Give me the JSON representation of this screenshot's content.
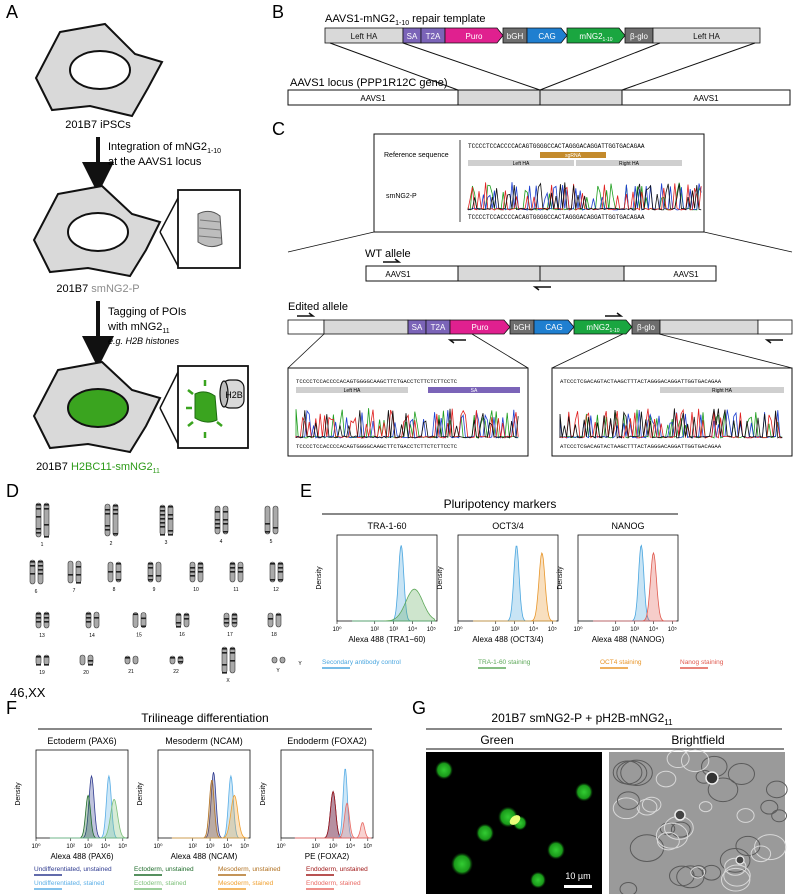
{
  "panels": {
    "A": "A",
    "B": "B",
    "C": "C",
    "D": "D",
    "E": "E",
    "F": "F",
    "G": "G"
  },
  "panel_a": {
    "cell1_label": "201B7 iPSCs",
    "step1_line1": "Integration of mNG2",
    "step1_sub": "1-10",
    "step1_line2": "at the AAVS1 locus",
    "cell2_prefix": "201B7 ",
    "cell2_name": "smNG2-P",
    "step2_line1": "Tagging of POIs",
    "step2_line2_prefix": "with mNG2",
    "step2_line2_sub": "11",
    "step2_line3": "e.g. H2B histones",
    "h2b_label": "H2B",
    "cell3_prefix": "201B7 ",
    "cell3_name": "H2BC11-smNG2",
    "cell3_sub": "11",
    "colors": {
      "cell_fill": "#d9d9d9",
      "green": "#3aa41f",
      "grey_text": "#8c8c8c",
      "green_text": "#2e9b1a"
    }
  },
  "panel_b": {
    "template_title_prefix": "AAVS1-mNG2",
    "template_title_sub": "1-10",
    "template_title_suffix": " repair template",
    "template_segments": [
      {
        "label": "Left HA",
        "color": "#d9d9d9",
        "text": "#111"
      },
      {
        "label": "SA",
        "color": "#7b64b8",
        "text": "#fff"
      },
      {
        "label": "T2A",
        "color": "#7b64b8",
        "text": "#fff"
      },
      {
        "label": "Puro",
        "color": "#e0208f",
        "text": "#fff"
      },
      {
        "label": "bGH",
        "color": "#6e6e6e",
        "text": "#fff"
      },
      {
        "label": "CAG",
        "color": "#1f7fd0",
        "text": "#fff"
      },
      {
        "label": "mNG2",
        "sub": "1-10",
        "color": "#1aa640",
        "text": "#fff"
      },
      {
        "label": "β-glo",
        "color": "#6e6e6e",
        "text": "#fff"
      },
      {
        "label": "Left HA",
        "color": "#d9d9d9",
        "text": "#111"
      }
    ],
    "locus_title": "AAVS1 locus (PPP1R12C gene)",
    "locus_left": "AAVS1",
    "locus_right": "AAVS1"
  },
  "panel_c": {
    "reference_label": "Reference sequence",
    "reference_seq": "TCCCCTCCACCCCACAGTGGGGCCACTAGGGACAGGATTGGTGACAGAA",
    "left_ha": "Left HA",
    "sgrna": "sgRNA",
    "right_ha": "Right HA",
    "sample_label": "smNG2-P",
    "sample_seq": "TCCCCTCCACCCCACAGTGGGGCCACTAGGGACAGGATTGGTGACAGAA",
    "wt_allele": "WT allele",
    "wt_left": "AAVS1",
    "wt_right": "AAVS1",
    "edited_allele": "Edited allele",
    "edited_segments": [
      "SA",
      "T2A",
      "Puro",
      "bGH",
      "CAG",
      "mNG2",
      "β-glo"
    ],
    "edited_mng_sub": "1-10",
    "box1_seq": "TCCCCTCCACCCCACAGTGGGGCAAGCTTCTGACCTCTTCTCTTCCTC",
    "box1_bar1": "Left HA",
    "box1_bar2": "SA",
    "box2_seq": "ATCCCTCGACAGTACTAAGCTTTACTAGGGACAGGATTGGTGACAGAA",
    "box2_bar": "Right HA",
    "trace_colors": [
      "#1e9e1e",
      "#1d3fd0",
      "#e02020",
      "#111111"
    ]
  },
  "panel_d": {
    "caption": "46,XX",
    "chromosome_labels": [
      "1",
      "2",
      "3",
      "4",
      "5",
      "6",
      "7",
      "8",
      "9",
      "10",
      "11",
      "12",
      "13",
      "14",
      "15",
      "16",
      "17",
      "18",
      "19",
      "20",
      "21",
      "22",
      "X",
      "Y"
    ]
  },
  "panel_e": {
    "title": "Pluripotency markers",
    "ylabel": "Density",
    "tick_labels": [
      "10⁰",
      "10²",
      "10³",
      "10⁴",
      "10⁵"
    ],
    "plots": [
      {
        "title": "TRA-1-60",
        "xlabel": "Alexa 488 (TRA1−60)",
        "control_peak": 3.4,
        "stain_peak": 4.1,
        "stain_color": "#5ea85a",
        "stain_width": 0.45
      },
      {
        "title": "OCT3/4",
        "xlabel": "Alexa 488 (OCT3/4)",
        "control_peak": 3.1,
        "stain_peak": 4.45,
        "stain_color": "#e8962a",
        "stain_width": 0.16
      },
      {
        "title": "NANOG",
        "xlabel": "Alexa 488 (NANOG)",
        "control_peak": 3.35,
        "stain_peak": 4.0,
        "stain_color": "#e05a4f",
        "stain_width": 0.16
      }
    ],
    "legend": [
      {
        "label": "Secondary antibody control",
        "color": "#4aa6df"
      },
      {
        "label": "TRA-1-60 staining",
        "color": "#5ea85a"
      },
      {
        "label": "OCT4 staining",
        "color": "#e8962a"
      },
      {
        "label": "Nanog staining",
        "color": "#e05a4f"
      }
    ]
  },
  "panel_f": {
    "title": "Trilineage differentiation",
    "ylabel": "Density",
    "plots": [
      {
        "title": "Ectoderm (PAX6)",
        "xlabel": "Alexa 488 (PAX6)"
      },
      {
        "title": "Mesoderm (NCAM)",
        "xlabel": "Alexa 488 (NCAM)"
      },
      {
        "title": "Endoderm (FOXA2)",
        "xlabel": "PE (FOXA2)"
      }
    ],
    "legend": [
      {
        "label": "Undifferentiated, unstained",
        "color": "#2e3a8f"
      },
      {
        "label": "Ectoderm, unstained",
        "color": "#1e6b2a"
      },
      {
        "label": "Mesoderm, unstained",
        "color": "#b07020"
      },
      {
        "label": "Endoderm, unstained",
        "color": "#a01818"
      },
      {
        "label": "Undifferentiated, stained",
        "color": "#5aaee6"
      },
      {
        "label": "Ectoderm, stained",
        "color": "#7cbf78"
      },
      {
        "label": "Mesoderm, stained",
        "color": "#f0a030"
      },
      {
        "label": "Endoderm, stained",
        "color": "#e86a64"
      }
    ]
  },
  "panel_g": {
    "title_prefix": "201B7 smNG2-P + pH2B-mNG2",
    "title_sub": "11",
    "left_label": "Green",
    "right_label": "Brightfield",
    "scalebar": "10 µm"
  }
}
